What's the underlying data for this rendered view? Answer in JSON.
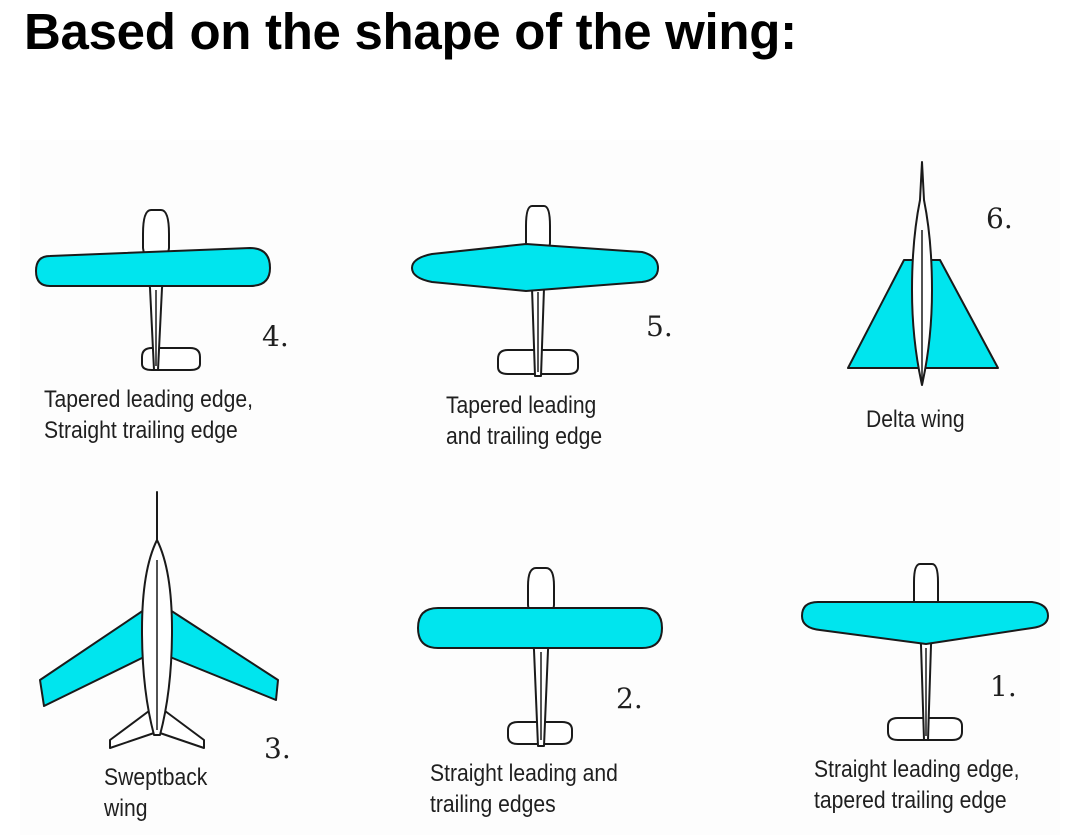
{
  "title": "Based on the shape of the wing:",
  "colors": {
    "wing_fill": "#00e5ee",
    "outline": "#1a1a1a",
    "body_fill": "#ffffff"
  },
  "planforms": [
    {
      "number": "4.",
      "caption_line1": "Tapered leading edge,",
      "caption_line2": "Straight trailing edge"
    },
    {
      "number": "5.",
      "caption_line1": "Tapered leading",
      "caption_line2": "and trailing edge"
    },
    {
      "number": "6.",
      "caption_line1": "Delta wing",
      "caption_line2": ""
    },
    {
      "number": "3.",
      "caption_line1": "Sweptback",
      "caption_line2": "wing"
    },
    {
      "number": "2.",
      "caption_line1": "Straight leading and",
      "caption_line2": "trailing edges"
    },
    {
      "number": "1.",
      "caption_line1": "Straight leading edge,",
      "caption_line2": "tapered trailing edge"
    }
  ]
}
